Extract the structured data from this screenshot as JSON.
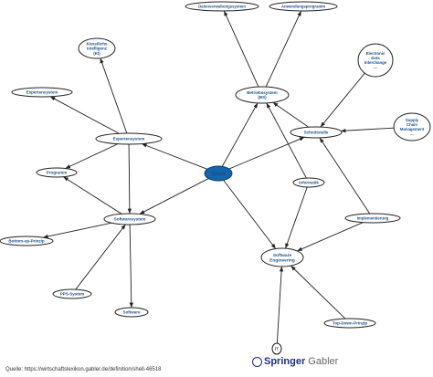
{
  "nodes": [
    {
      "id": "datenverwaltungssystem",
      "label": [
        "Datenverwaltungssystem"
      ]
    },
    {
      "id": "anwendungsprogramm",
      "label": [
        "Anwendungsprogramm"
      ]
    },
    {
      "id": "kuenstliche-intelligenz",
      "label": [
        "Künstliche",
        "Intelligenz",
        "(KI)"
      ]
    },
    {
      "id": "electronic-data-interchange",
      "label": [
        "Electronic",
        "Data",
        "Interchange",
        "..."
      ]
    },
    {
      "id": "expertensystem",
      "label": [
        "Expertensystem"
      ]
    },
    {
      "id": "betriebssystem",
      "label": [
        "Betriebssystem",
        "(BS)"
      ]
    },
    {
      "id": "supply-chain-management",
      "label": [
        "Supply",
        "Chain",
        "Management",
        "..."
      ]
    },
    {
      "id": "schnittstelle",
      "label": [
        "Schnittstelle"
      ]
    },
    {
      "id": "expertensysteme",
      "label": [
        "Expertensystem"
      ]
    },
    {
      "id": "programm",
      "label": [
        "Programm"
      ]
    },
    {
      "id": "shell",
      "label": [
        "Shell"
      ]
    },
    {
      "id": "informatik",
      "label": [
        "Informatik"
      ]
    },
    {
      "id": "softwaresystem",
      "label": [
        "Softwaresystem"
      ]
    },
    {
      "id": "implementierung",
      "label": [
        "Implementierung"
      ]
    },
    {
      "id": "bottom-up-prinzip",
      "label": [
        "Bottom-up-Prinzip"
      ]
    },
    {
      "id": "software-engineering",
      "label": [
        "Software",
        "Engineering"
      ]
    },
    {
      "id": "pps-system",
      "label": [
        "PPS-System"
      ]
    },
    {
      "id": "software",
      "label": [
        "Software"
      ]
    },
    {
      "id": "top-down-prinzip",
      "label": [
        "Top-Down-Prinzip"
      ]
    },
    {
      "id": "it",
      "label": [
        "IT"
      ]
    }
  ],
  "edges": [
    {
      "from": "betriebssystem",
      "to": "datenverwaltungssystem"
    },
    {
      "from": "betriebssystem",
      "to": "anwendungsprogramm"
    },
    {
      "from": "expertensystem",
      "to": "kuenstliche-intelligenz"
    },
    {
      "from": "expertensystem",
      "to": "expertensysteme"
    },
    {
      "from": "expertensystem",
      "to": "programm"
    },
    {
      "from": "expertensystem",
      "to": "softwaresystem"
    },
    {
      "from": "shell",
      "to": "expertensystem"
    },
    {
      "from": "shell",
      "to": "betriebssystem"
    },
    {
      "from": "shell",
      "to": "schnittstelle"
    },
    {
      "from": "shell",
      "to": "softwaresystem"
    },
    {
      "from": "shell",
      "to": "software-engineering"
    },
    {
      "from": "schnittstelle",
      "to": "betriebssystem"
    },
    {
      "from": "electronic-data-interchange",
      "to": "schnittstelle"
    },
    {
      "from": "supply-chain-management",
      "to": "schnittstelle"
    },
    {
      "from": "informatik",
      "to": "betriebssystem"
    },
    {
      "from": "informatik",
      "to": "software-engineering"
    },
    {
      "from": "implementierung",
      "to": "schnittstelle"
    },
    {
      "from": "implementierung",
      "to": "software-engineering"
    },
    {
      "from": "softwaresystem",
      "to": "programm"
    },
    {
      "from": "softwaresystem",
      "to": "bottom-up-prinzip"
    },
    {
      "from": "softwaresystem",
      "to": "software"
    },
    {
      "from": "pps-system",
      "to": "softwaresystem"
    },
    {
      "from": "top-down-prinzip",
      "to": "software-engineering"
    },
    {
      "from": "it",
      "to": "software-engineering"
    }
  ],
  "footer": {
    "brand_springer": "Springer",
    "brand_gabler": "Gabler",
    "source": "Quelle: https://wirtschaftslexikon.gabler.de/definition/shell-46518"
  }
}
